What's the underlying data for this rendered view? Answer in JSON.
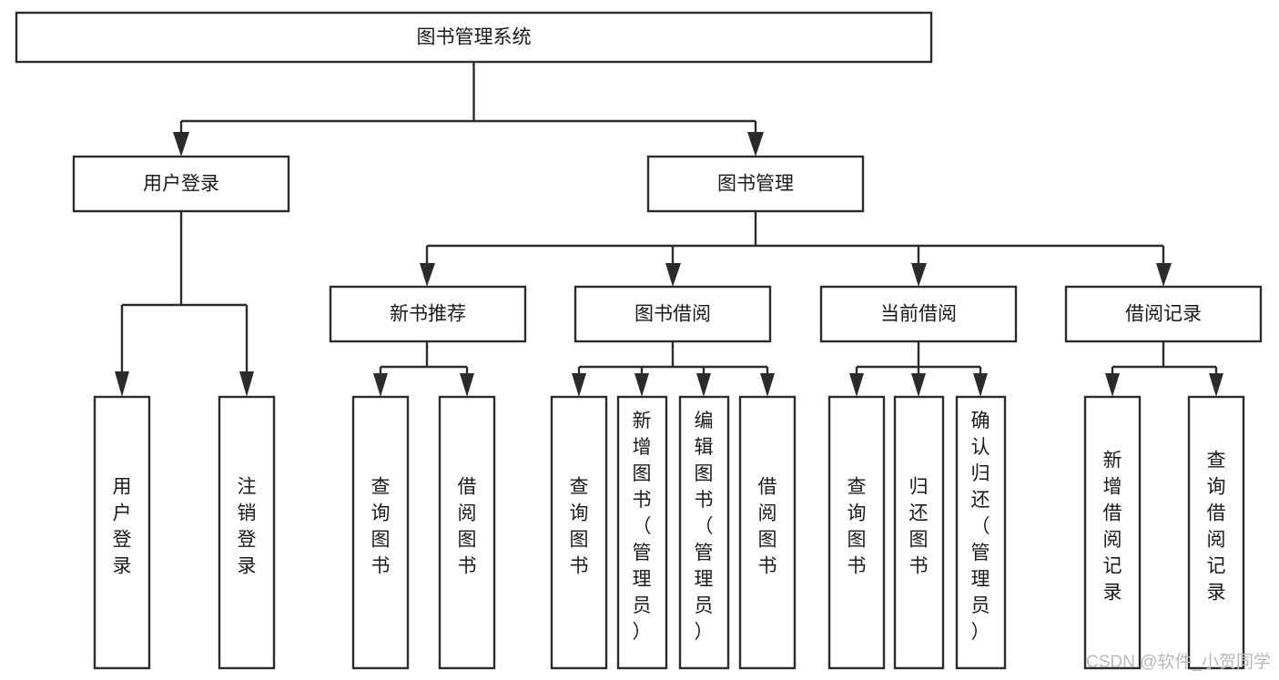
{
  "diagram": {
    "title": "图书管理系统",
    "orientation": "vertical-tree",
    "root": {
      "id": "root",
      "label": "图书管理系统",
      "text_orientation": "horizontal"
    },
    "level2": [
      {
        "id": "user-login",
        "label": "用户登录",
        "text_orientation": "horizontal"
      },
      {
        "id": "book-manage",
        "label": "图书管理",
        "text_orientation": "horizontal"
      }
    ],
    "level3": [
      {
        "id": "new-book-recommend",
        "label": "新书推荐",
        "parent": "book-manage",
        "text_orientation": "horizontal"
      },
      {
        "id": "book-borrow",
        "label": "图书借阅",
        "parent": "book-manage",
        "text_orientation": "horizontal"
      },
      {
        "id": "current-borrow",
        "label": "当前借阅",
        "parent": "book-manage",
        "text_orientation": "horizontal"
      },
      {
        "id": "borrow-record",
        "label": "借阅记录",
        "parent": "book-manage",
        "text_orientation": "horizontal"
      }
    ],
    "leaves": [
      {
        "id": "leaf-user-login",
        "label": "用户登录",
        "parent": "user-login",
        "chars": [
          "用",
          "户",
          "登",
          "录"
        ]
      },
      {
        "id": "leaf-logout-login",
        "label": "注销登录",
        "parent": "user-login",
        "chars": [
          "注",
          "销",
          "登",
          "录"
        ]
      },
      {
        "id": "leaf-query-book-1",
        "label": "查询图书",
        "parent": "new-book-recommend",
        "chars": [
          "查",
          "询",
          "图",
          "书"
        ]
      },
      {
        "id": "leaf-borrow-book-1",
        "label": "借阅图书",
        "parent": "new-book-recommend",
        "chars": [
          "借",
          "阅",
          "图",
          "书"
        ]
      },
      {
        "id": "leaf-query-book-2",
        "label": "查询图书",
        "parent": "book-borrow",
        "chars": [
          "查",
          "询",
          "图",
          "书"
        ]
      },
      {
        "id": "leaf-add-book-admin",
        "label": "新增图书（管理员）",
        "parent": "book-borrow",
        "chars": [
          "新",
          "增",
          "图",
          "书",
          "（",
          "管",
          "理",
          "员",
          "）"
        ]
      },
      {
        "id": "leaf-edit-book-admin",
        "label": "编辑图书（管理员）",
        "parent": "book-borrow",
        "chars": [
          "编",
          "辑",
          "图",
          "书",
          "（",
          "管",
          "理",
          "员",
          "）"
        ]
      },
      {
        "id": "leaf-borrow-book-2",
        "label": "借阅图书",
        "parent": "book-borrow",
        "chars": [
          "借",
          "阅",
          "图",
          "书"
        ]
      },
      {
        "id": "leaf-query-book-3",
        "label": "查询图书",
        "parent": "current-borrow",
        "chars": [
          "查",
          "询",
          "图",
          "书"
        ]
      },
      {
        "id": "leaf-return-book",
        "label": "归还图书",
        "parent": "current-borrow",
        "chars": [
          "归",
          "还",
          "图",
          "书"
        ]
      },
      {
        "id": "leaf-confirm-return-admin",
        "label": "确认归还（管理员）",
        "parent": "current-borrow",
        "chars": [
          "确",
          "认",
          "归",
          "还",
          "（",
          "管",
          "理",
          "员",
          "）"
        ]
      },
      {
        "id": "leaf-add-borrow-record",
        "label": "新增借阅记录",
        "parent": "borrow-record",
        "chars": [
          "新",
          "增",
          "借",
          "阅",
          "记",
          "录"
        ]
      },
      {
        "id": "leaf-query-borrow-record",
        "label": "查询借阅记录",
        "parent": "borrow-record",
        "chars": [
          "查",
          "询",
          "借",
          "阅",
          "记",
          "录"
        ]
      }
    ]
  },
  "watermark": {
    "text": "CSDN @软件_小贺同学"
  },
  "colors": {
    "background": "#ffffff",
    "box_fill": "#ffffff",
    "stroke": "#2b2b2b",
    "text": "#1a1a1a",
    "watermark": "#b9b9b9"
  }
}
